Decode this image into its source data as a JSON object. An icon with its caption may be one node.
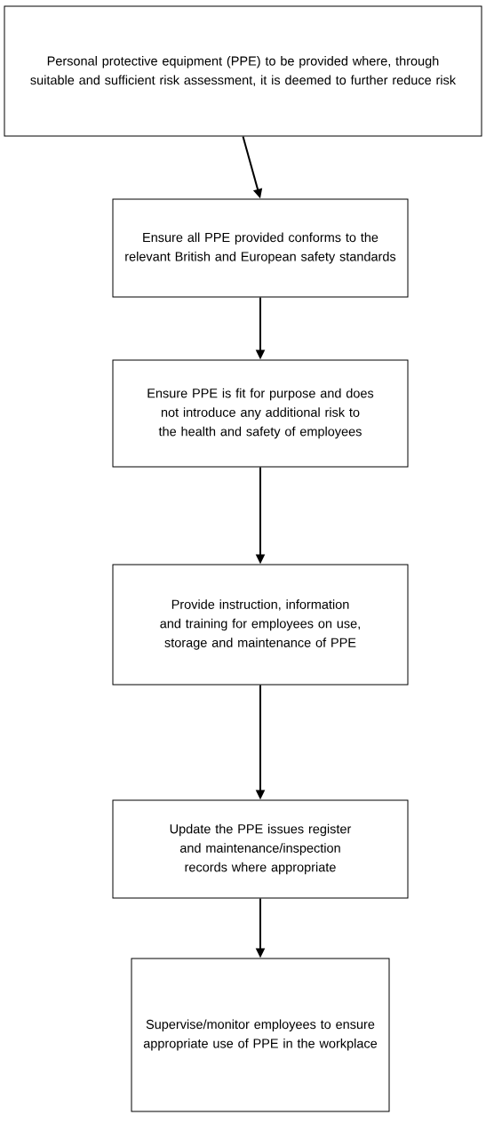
{
  "diagram": {
    "nodes": [
      {
        "text": [
          "Personal protective equipment (PPE) to be provided where, through suitable and sufficient risk assessment, it is deemed to further reduce risk"
        ]
      },
      {
        "text": [
          "Ensure all PPE provided conforms to the relevant British and European safety standards"
        ]
      },
      {
        "text": [
          "Ensure PPE is fit for purpose and does not introduce any additional risk to the health and safety of employees"
        ]
      },
      {
        "text": [
          "Provide instruction, information and training for employees on use, storage and maintenance of PPE"
        ]
      },
      {
        "text": [
          "Update the PPE issues register and maintenance/inspection records where appropriate"
        ]
      },
      {
        "text": [
          "Supervise/monitor employees to ensure appropriate use of PPE in the workplace"
        ]
      }
    ],
    "edges": [
      {
        "from": 0,
        "to": 1,
        "arrow": "to"
      },
      {
        "from": 1,
        "to": 2,
        "arrow": "to"
      },
      {
        "from": 2,
        "to": 3,
        "arrow": "to"
      },
      {
        "from": 3,
        "to": 4,
        "arrow": "to"
      },
      {
        "from": 4,
        "to": 5,
        "arrow": "to"
      }
    ]
  }
}
